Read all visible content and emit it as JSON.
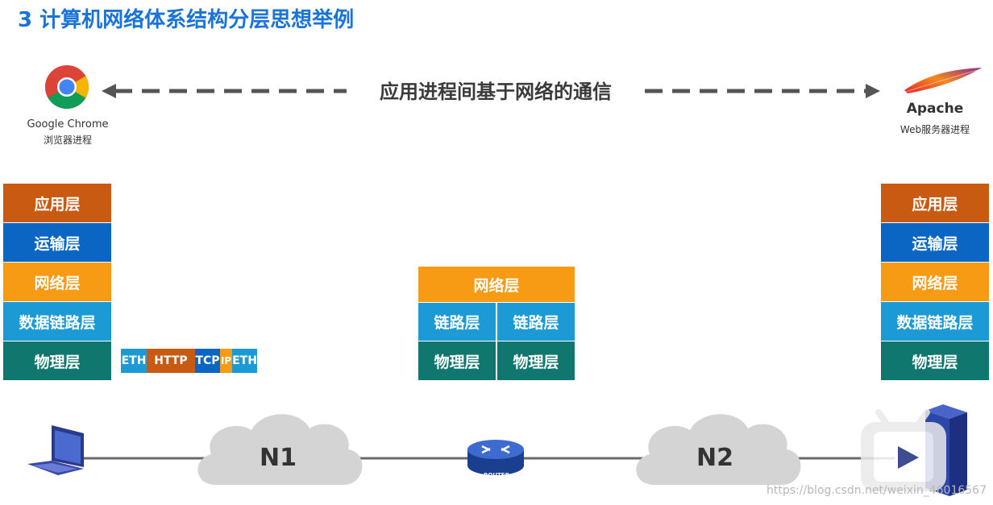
{
  "title": "3 计算机网络体系结构分层思想举例",
  "communication_label": "应用进程间基于网络的通信",
  "client": {
    "app_name": "Google Chrome",
    "app_desc": "浏览器进程",
    "icon": "chrome-icon"
  },
  "server": {
    "app_name": "Apache",
    "app_desc": "Web服务器进程",
    "icon": "apache-feather-icon"
  },
  "stack_layers": [
    "应用层",
    "运输层",
    "网络层",
    "数据链路层",
    "物理层"
  ],
  "router_stack": {
    "network": "网络层",
    "link_left": "链路层",
    "link_right": "链路层",
    "phy_left": "物理层",
    "phy_right": "物理层"
  },
  "packet": [
    "ETH",
    "HTTP",
    "TCP",
    "IP",
    "ETH"
  ],
  "networks": [
    "N1",
    "N2"
  ],
  "router_label": "ROUTER",
  "watermark": "https://blog.csdn.net/weixin_46016567",
  "colors": {
    "application": "#c95a12",
    "transport": "#0a66c2",
    "network": "#f79a14",
    "link": "#1c9ad6",
    "physical": "#10776e",
    "title": "#1a73d9"
  }
}
